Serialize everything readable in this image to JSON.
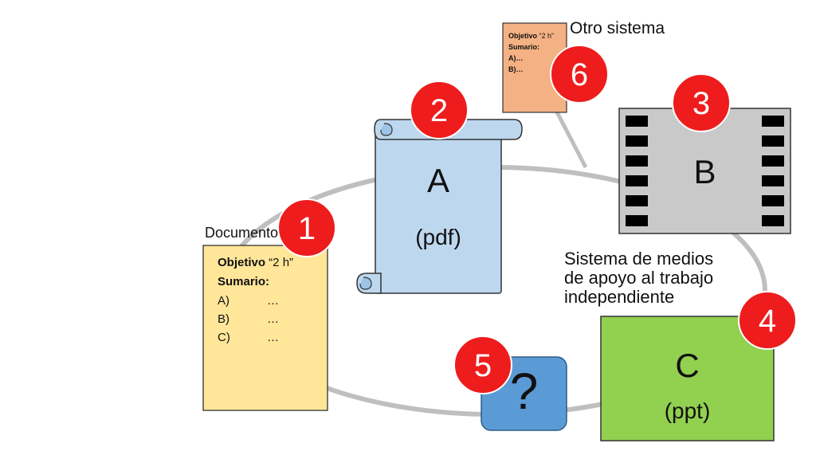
{
  "document_label": "Documento",
  "document": {
    "objective_label": "Objetivo",
    "objective_value": "“2 h”",
    "summary_label": "Sumario:",
    "items": [
      {
        "key": "A)",
        "value": "…"
      },
      {
        "key": "B)",
        "value": "…"
      },
      {
        "key": "C)",
        "value": "…"
      }
    ]
  },
  "other_system": {
    "label": "Otro sistema",
    "objective_label": "Objetivo",
    "objective_value": "“2 h”",
    "summary_label": "Sumario:",
    "items": [
      "A)…",
      "B)…"
    ]
  },
  "scroll": {
    "letter": "A",
    "format": "(pdf)"
  },
  "film": {
    "letter": "B"
  },
  "presentation": {
    "letter": "C",
    "format": "(ppt)"
  },
  "unknown": {
    "symbol": "?"
  },
  "system_caption": [
    "Sistema de medios",
    "de apoyo al trabajo",
    "independiente"
  ],
  "badges": [
    "1",
    "2",
    "3",
    "4",
    "5",
    "6"
  ],
  "colors": {
    "document_fill": "#FFE699",
    "scroll_fill": "#BDD7EE",
    "film_fill": "#C9C9C9",
    "presentation_fill": "#92D050",
    "unknown_fill": "#5B9BD5",
    "other_doc_fill": "#F4B183",
    "badge_fill": "#EE1C1C",
    "ring": "#BFBFBF"
  }
}
